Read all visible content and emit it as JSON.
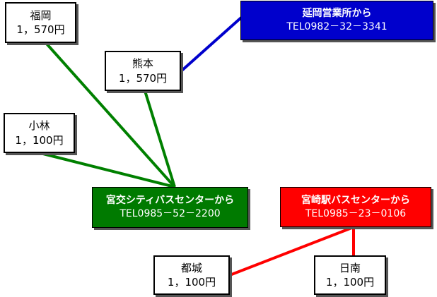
{
  "colors": {
    "green": "#007a00",
    "blue": "#0000cc",
    "red": "#ff0000"
  },
  "offices": {
    "nobeoka": {
      "label": "延岡営業所から",
      "tel": "TEL0982－32－3341",
      "color": "#0000cc"
    },
    "miyako": {
      "label": "宮交シティバスセンターから",
      "tel": "TEL0985－52－2200",
      "color": "#007a00"
    },
    "miyazaki": {
      "label": "宮崎駅バスセンターから",
      "tel": "TEL0985－23－0106",
      "color": "#ff0000"
    }
  },
  "destinations": {
    "fukuoka": {
      "name": "福岡",
      "fare": "1，570円"
    },
    "kumamoto": {
      "name": "熊本",
      "fare": "1，570円"
    },
    "kobayashi": {
      "name": "小林",
      "fare": "1，100円"
    },
    "miyakonojo": {
      "name": "都城",
      "fare": "1，100円"
    },
    "nichinan": {
      "name": "日南",
      "fare": "1，100円"
    }
  }
}
